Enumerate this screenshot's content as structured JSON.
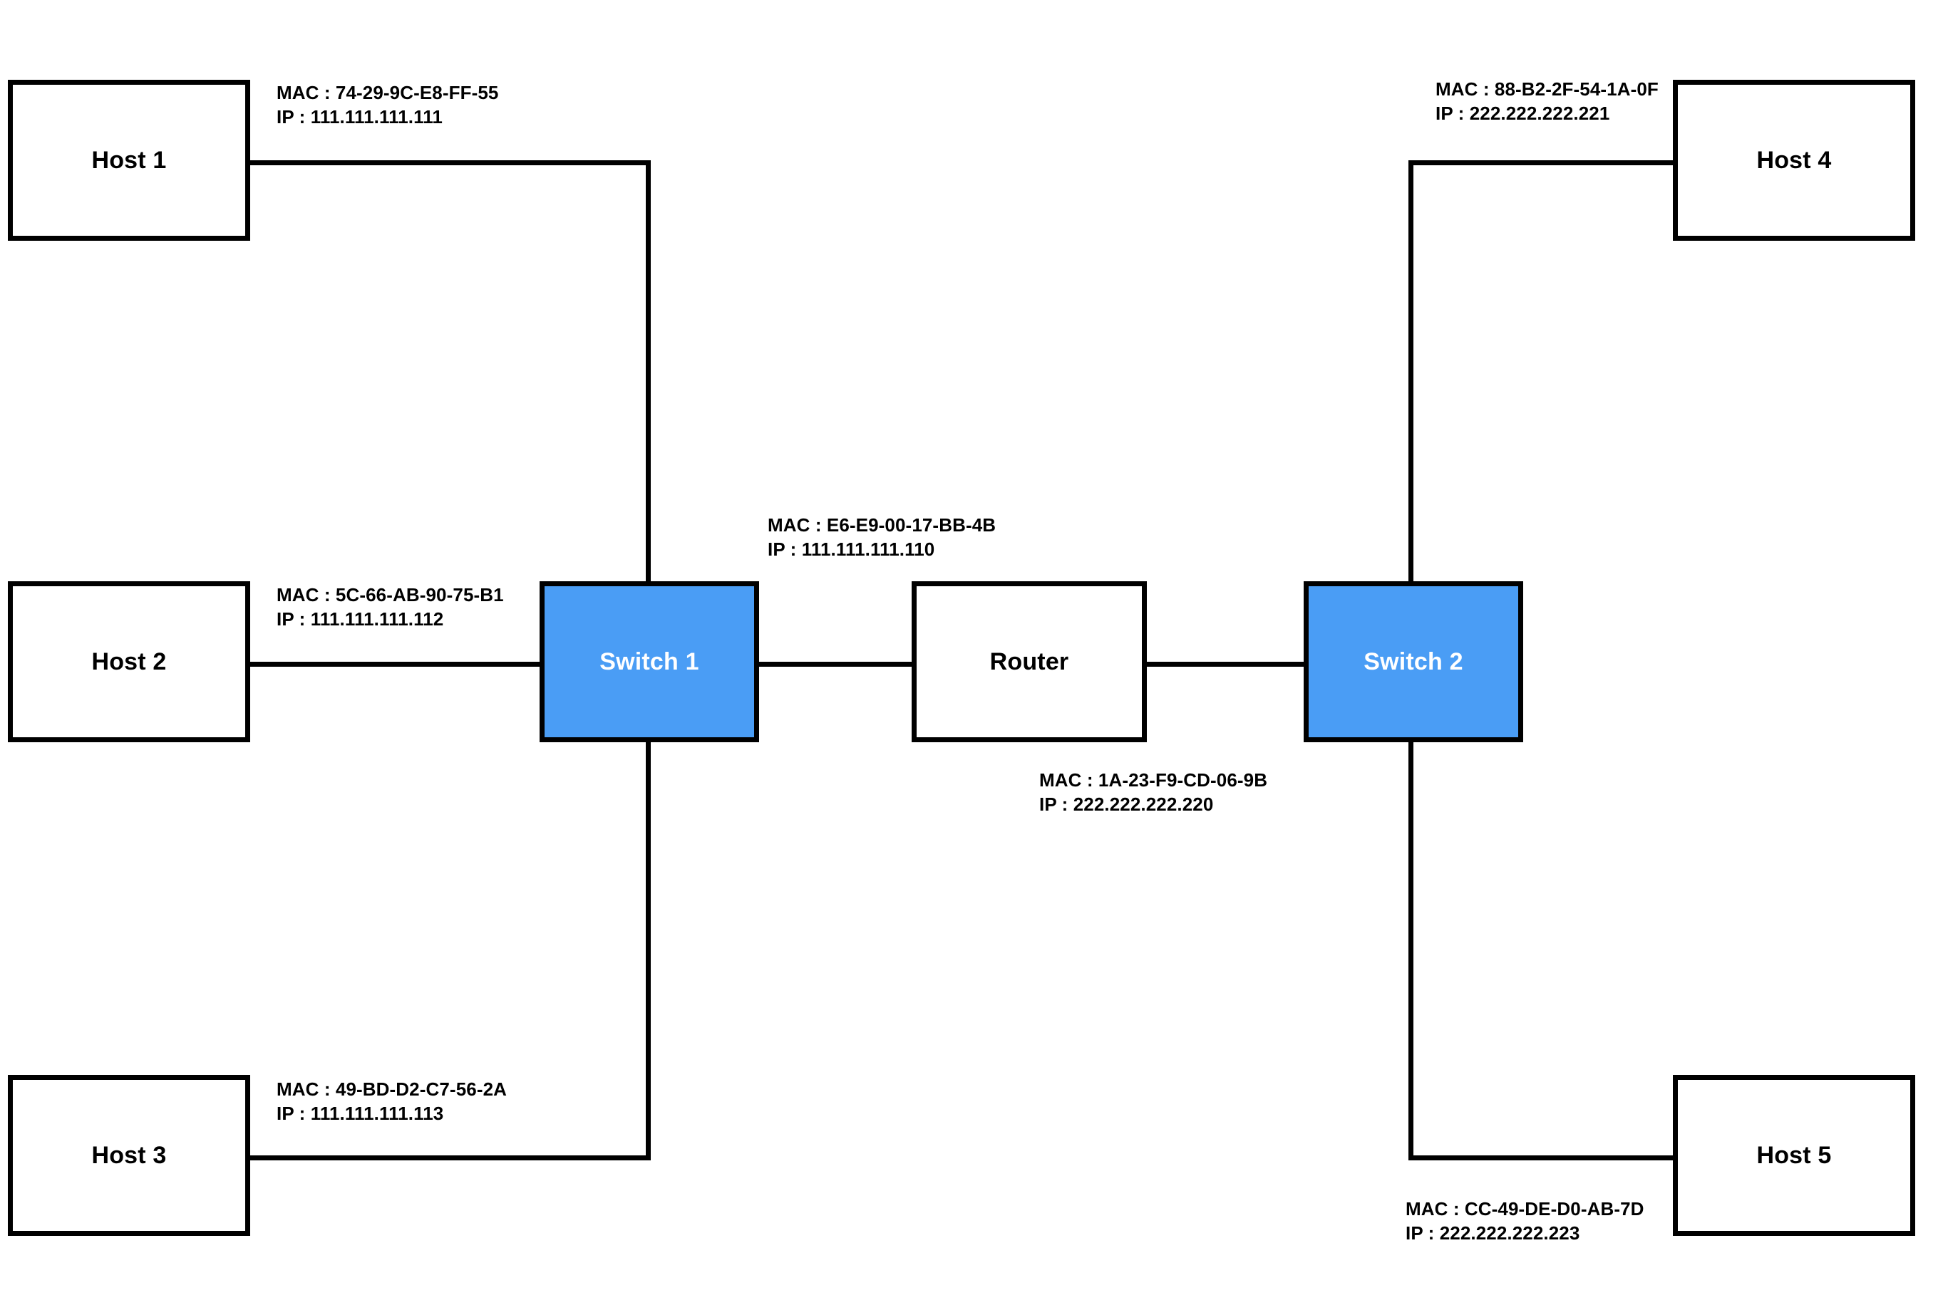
{
  "diagram": {
    "title": "Network topology with hosts, switches and a router",
    "accent_color": "#4a9df5",
    "line_color": "#000000",
    "background_color": "#ffffff"
  },
  "nodes": [
    {
      "id": "host1",
      "label": "Host 1",
      "type": "host"
    },
    {
      "id": "host2",
      "label": "Host 2",
      "type": "host"
    },
    {
      "id": "host3",
      "label": "Host 3",
      "type": "host"
    },
    {
      "id": "host4",
      "label": "Host 4",
      "type": "host"
    },
    {
      "id": "host5",
      "label": "Host 5",
      "type": "host"
    },
    {
      "id": "switch1",
      "label": "Switch 1",
      "type": "switch"
    },
    {
      "id": "switch2",
      "label": "Switch 2",
      "type": "switch"
    },
    {
      "id": "router",
      "label": "Router",
      "type": "router"
    }
  ],
  "annotations": {
    "host1": {
      "mac": "MAC : 74-29-9C-E8-FF-55",
      "ip": "IP : 111.111.111.111"
    },
    "host2": {
      "mac": "MAC : 5C-66-AB-90-75-B1",
      "ip": "IP : 111.111.111.112"
    },
    "host3": {
      "mac": "MAC : 49-BD-D2-C7-56-2A",
      "ip": "IP : 111.111.111.113"
    },
    "host4": {
      "mac": "MAC : 88-B2-2F-54-1A-0F",
      "ip": "IP : 222.222.222.221"
    },
    "host5": {
      "mac": "MAC : CC-49-DE-D0-AB-7D",
      "ip": "IP : 222.222.222.223"
    },
    "router_left": {
      "mac": "MAC : E6-E9-00-17-BB-4B",
      "ip": "IP : 111.111.111.110"
    },
    "router_right": {
      "mac": "MAC : 1A-23-F9-CD-06-9B",
      "ip": "IP : 222.222.222.220"
    }
  }
}
